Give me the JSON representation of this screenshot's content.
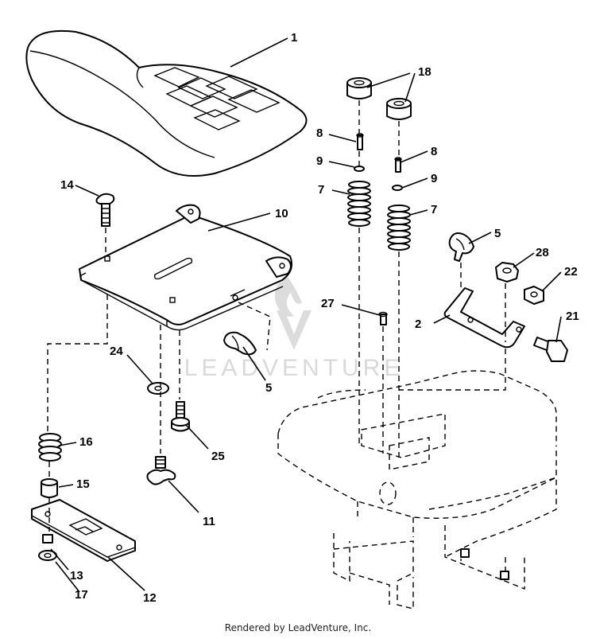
{
  "callouts": [
    {
      "id": "c1",
      "text": "1"
    },
    {
      "id": "c2",
      "text": "2"
    },
    {
      "id": "c5a",
      "text": "5"
    },
    {
      "id": "c5b",
      "text": "5"
    },
    {
      "id": "c7a",
      "text": "7"
    },
    {
      "id": "c7b",
      "text": "7"
    },
    {
      "id": "c8a",
      "text": "8"
    },
    {
      "id": "c8b",
      "text": "8"
    },
    {
      "id": "c9a",
      "text": "9"
    },
    {
      "id": "c9b",
      "text": "9"
    },
    {
      "id": "c10",
      "text": "10"
    },
    {
      "id": "c11",
      "text": "11"
    },
    {
      "id": "c12",
      "text": "12"
    },
    {
      "id": "c13",
      "text": "13"
    },
    {
      "id": "c14",
      "text": "14"
    },
    {
      "id": "c15",
      "text": "15"
    },
    {
      "id": "c16",
      "text": "16"
    },
    {
      "id": "c17",
      "text": "17"
    },
    {
      "id": "c18",
      "text": "18"
    },
    {
      "id": "c21",
      "text": "21"
    },
    {
      "id": "c22",
      "text": "22"
    },
    {
      "id": "c24",
      "text": "24"
    },
    {
      "id": "c25",
      "text": "25"
    },
    {
      "id": "c27",
      "text": "27"
    },
    {
      "id": "c28",
      "text": "28"
    }
  ],
  "watermark": "LEADVENTURE",
  "footer": "Rendered by LeadVenture, Inc."
}
